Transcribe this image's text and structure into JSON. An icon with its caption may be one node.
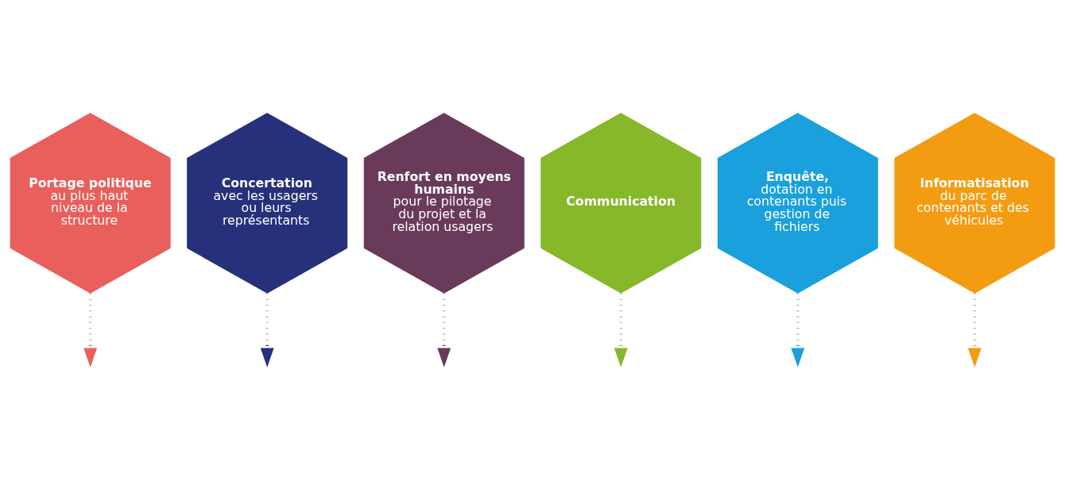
{
  "diagram": {
    "nodes": [
      {
        "text": [
          "Portage politique",
          "au plus haut niveau de la structure"
        ]
      },
      {
        "text": [
          "Concertation",
          "avec les usagers ou leurs représentants"
        ]
      },
      {
        "text": [
          "Renfort en moyens humains",
          "pour le pilotage du projet et la relation usagers"
        ]
      },
      {
        "text": [
          "Communication"
        ]
      },
      {
        "text": [
          "Enquête,",
          "dotation en contenants puis gestion de fichiers"
        ]
      },
      {
        "text": [
          "Informatisation",
          "du parc de contenants et des véhicules"
        ]
      }
    ],
    "edges": [
      {
        "from": 0,
        "to": null,
        "arrow": "to",
        "style": "dashed"
      },
      {
        "from": 1,
        "to": null,
        "arrow": "to",
        "style": "dashed"
      },
      {
        "from": 2,
        "to": null,
        "arrow": "to",
        "style": "dashed"
      },
      {
        "from": 3,
        "to": null,
        "arrow": "to",
        "style": "dashed"
      },
      {
        "from": 4,
        "to": null,
        "arrow": "to",
        "style": "dashed"
      },
      {
        "from": 5,
        "to": null,
        "arrow": "to",
        "style": "dashed"
      }
    ]
  }
}
